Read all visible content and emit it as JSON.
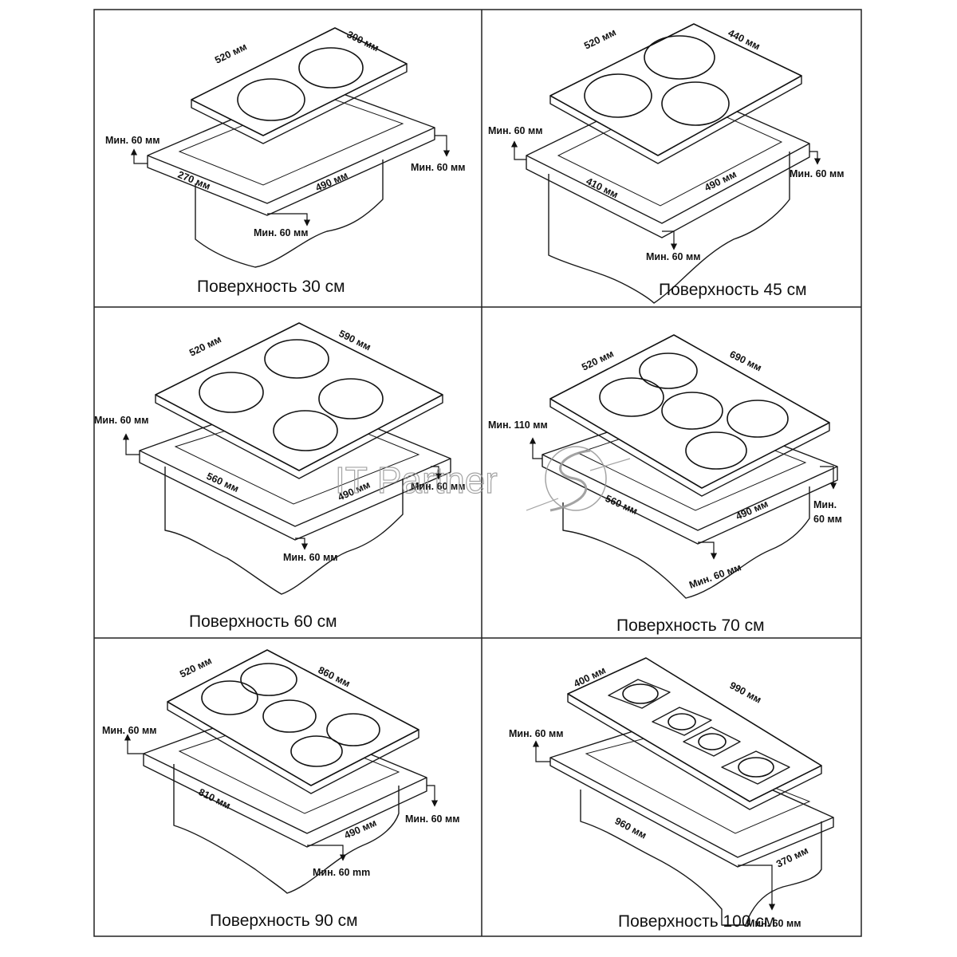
{
  "panels": [
    {
      "caption": "Поверхность 30 см",
      "labels": {
        "depth": "520 мм",
        "width": "300 мм",
        "cut_w": "270 мм",
        "cut_d": "490 мм",
        "min_back": "Мин. 60 мм",
        "min_side": "Мин. 60 мм",
        "min_front": "Мин. 60 мм"
      }
    },
    {
      "caption": "Поверхность 45 см",
      "labels": {
        "depth": "520 мм",
        "width": "440 мм",
        "cut_w": "410 мм",
        "cut_d": "490 мм",
        "min_back": "Мин. 60 мм",
        "min_side": "Мин. 60 мм",
        "min_front": "Мин. 60 мм"
      }
    },
    {
      "caption": "Поверхность 60 см",
      "labels": {
        "depth": "520 мм",
        "width": "590 мм",
        "cut_w": "560 мм",
        "cut_d": "490 мм",
        "min_back": "Мин. 60 мм",
        "min_side": "Мин. 60 мм",
        "min_front": "Мин. 60 мм"
      }
    },
    {
      "caption": "Поверхность 70 см",
      "labels": {
        "depth": "520 мм",
        "width": "690 мм",
        "cut_w": "560 мм",
        "cut_d": "490 мм",
        "min_back": "Мин. 110 мм",
        "min_side_a": "Мин.",
        "min_side_b": "60 мм",
        "min_front": "Мин. 60 мм"
      }
    },
    {
      "caption": "Поверхность 90 см",
      "labels": {
        "depth": "520 мм",
        "width": "860 мм",
        "cut_w": "810 мм",
        "cut_d": "490 мм",
        "min_back": "Мин. 60 мм",
        "min_side": "Мин. 60 мм",
        "min_front": "Мин. 60 mm"
      }
    },
    {
      "caption": "Поверхность 100 см",
      "labels": {
        "depth": "400 мм",
        "width": "990 мм",
        "cut_w": "960 мм",
        "cut_d": "370 мм",
        "min_back": "Мин. 60 мм",
        "min_front": "Мин. 60 мм"
      }
    }
  ],
  "watermark": {
    "text": "IT Partner",
    "logo": "swoosh-s-logo"
  }
}
